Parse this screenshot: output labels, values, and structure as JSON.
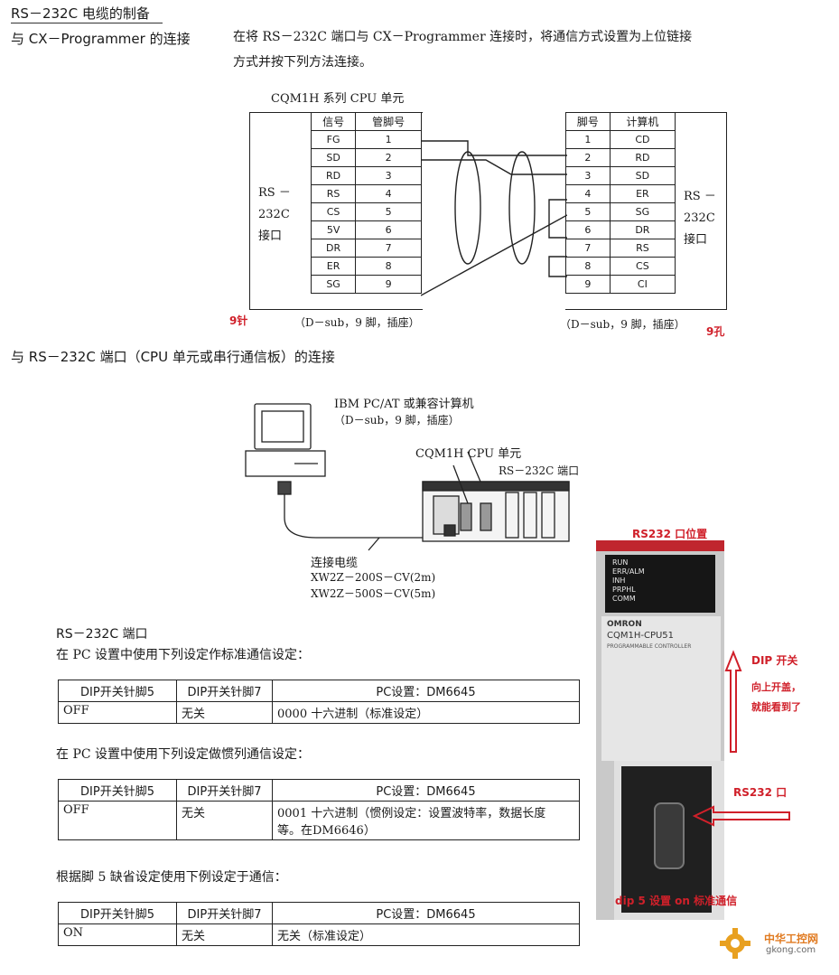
{
  "header": {
    "title": "RS－232C 电缆的制备",
    "subtitle": "与 CX－Programmer 的连接",
    "intro_line1": "在将 RS－232C 端口与 CX－Programmer 连接时，将通信方式设置为上位链接",
    "intro_line2": "方式并按下列方法连接。"
  },
  "wiring": {
    "cpu_caption": "CQM1H 系列 CPU 单元",
    "left_label_lines": [
      "RS －",
      "232C",
      "接口"
    ],
    "right_label_lines": [
      "RS －",
      "232C",
      "接口"
    ],
    "left_headers": [
      "信号",
      "管脚号"
    ],
    "left_rows": [
      [
        "FG",
        "1"
      ],
      [
        "SD",
        "2"
      ],
      [
        "RD",
        "3"
      ],
      [
        "RS",
        "4"
      ],
      [
        "CS",
        "5"
      ],
      [
        "5V",
        "6"
      ],
      [
        "DR",
        "7"
      ],
      [
        "ER",
        "8"
      ],
      [
        "SG",
        "9"
      ]
    ],
    "right_headers": [
      "脚号",
      "计算机"
    ],
    "right_rows": [
      [
        "1",
        "CD"
      ],
      [
        "2",
        "RD"
      ],
      [
        "3",
        "SD"
      ],
      [
        "4",
        "ER"
      ],
      [
        "5",
        "SG"
      ],
      [
        "6",
        "DR"
      ],
      [
        "7",
        "RS"
      ],
      [
        "8",
        "CS"
      ],
      [
        "9",
        "CI"
      ]
    ],
    "left_connector": "（D－sub，9 脚，插座）",
    "right_connector": "（D－sub，9 脚，插座）",
    "left_note": "9针",
    "right_note": "9孔"
  },
  "section2": {
    "title": "与 RS－232C 端口（CPU 单元或串行通信板）的连接",
    "pc_label": "IBM PC/AT 或兼容计算机",
    "pc_connector": "（D－sub，9 脚，插座）",
    "cpu_label": "CQM1H CPU 单元",
    "port_label": "RS－232C 端口",
    "cable_title": "连接电缆",
    "cable1": "XW2Z－200S－CV(2m)",
    "cable2": "XW2Z－500S－CV(5m)"
  },
  "settings": {
    "port_title": "RS－232C 端口",
    "desc1": "在 PC 设置中使用下列设定作标准通信设定：",
    "desc2": "在 PC 设置中使用下列设定做惯列通信设定：",
    "desc3": "根据脚 5 缺省设定使用下例设定于通信：",
    "headers": [
      "DIP开关针脚5",
      "DIP开关针脚7",
      "PC设置：DM6645"
    ],
    "table1": {
      "c1": "OFF",
      "c2": "无关",
      "c3": "0000 十六进制（标准设定）"
    },
    "table2": {
      "c1": "OFF",
      "c2": "无关",
      "c3a": "0001 十六进制（惯例设定：设置波特率，数据长度",
      "c3b": "等。在DM6646）"
    },
    "table3": {
      "c1": "ON",
      "c2": "无关",
      "c3": "无关（标准设定）"
    }
  },
  "photo": {
    "title": "RS232 口位置",
    "leds": [
      "RUN",
      "ERR/ALM",
      "INH",
      "PRPHL",
      "COMM"
    ],
    "brand": "OMRON",
    "model": "CQM1H-CPU51",
    "model_sub": "PROGRAMMABLE CONTROLLER",
    "dip_title": "DIP 开关",
    "dip_note1": "向上开盖，",
    "dip_note2": "就能看到了",
    "rs232_label": "RS232 口",
    "bottom_note": "dip 5 设置 on   标准通信",
    "watermark_cn": "中华工控网",
    "watermark_url": "gkong.com"
  }
}
